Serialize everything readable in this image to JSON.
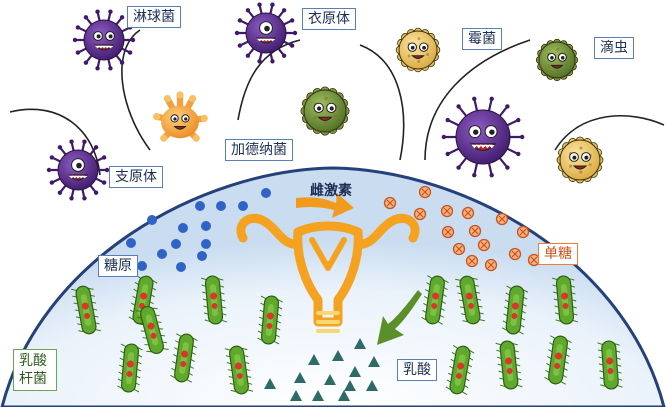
{
  "labels": {
    "linqiujun": "淋球菌",
    "yiyuanti": "衣原体",
    "meijun": "霉菌",
    "dichong": "滴虫",
    "jiadenaju": "加德纳菌",
    "zhiyuanti": "支原体",
    "ciji": "雌激素",
    "tangyuan": "糖原",
    "dantang": "单糖",
    "rusuan": "乳酸",
    "rusuan_ganjun": "乳酸杆菌"
  },
  "colors": {
    "vaginal_wall": "#25407a",
    "glycogen_dot": "#2f63c6",
    "monosaccharide": "#e0682e",
    "uterus": "#f4a21f",
    "lactic_acid": "#2e6a66",
    "lactobacillus": "#5faa2c",
    "purple_microbe": "#5b2d8e",
    "yellow_microbe": "#e8c25a",
    "green_microbe": "#6c8c3a",
    "orange_microbe": "#f0a040"
  }
}
